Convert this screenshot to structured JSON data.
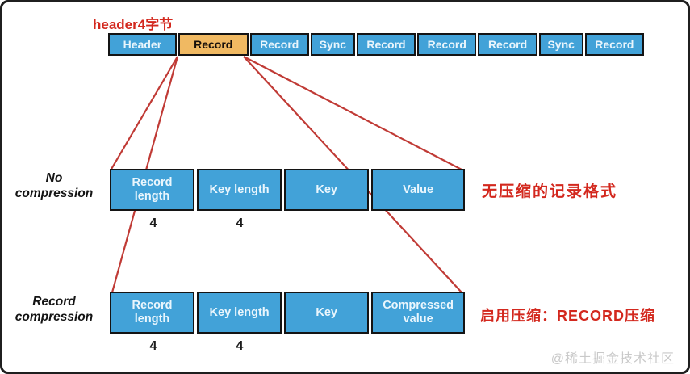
{
  "colors": {
    "block-blue": "#42a2d8",
    "block-orange": "#f0b962",
    "line-red": "#c03a35",
    "note-red": "#d3281e",
    "watermark-gray": "#c9c9c9"
  },
  "annotations": {
    "header_note": "header4字节",
    "row1_note": "无压缩的记录格式",
    "row2_note": "启用压缩：RECORD压缩",
    "watermark": "@稀土掘金技术社区"
  },
  "top_row": {
    "segments": [
      {
        "label": "Header"
      },
      {
        "label": "Record",
        "highlighted": true
      },
      {
        "label": "Record"
      },
      {
        "label": "Sync"
      },
      {
        "label": "Record"
      },
      {
        "label": "Record"
      },
      {
        "label": "Record"
      },
      {
        "label": "Sync"
      },
      {
        "label": "Record"
      }
    ]
  },
  "rows": {
    "no_compression": {
      "side_label": "No compression",
      "cells": [
        "Record length",
        "Key length",
        "Key",
        "Value"
      ],
      "byte_sizes": [
        "4",
        "4"
      ]
    },
    "record_compression": {
      "side_label": "Record compression",
      "cells": [
        "Record length",
        "Key length",
        "Key",
        "Compressed value"
      ],
      "byte_sizes": [
        "4",
        "4"
      ]
    }
  }
}
